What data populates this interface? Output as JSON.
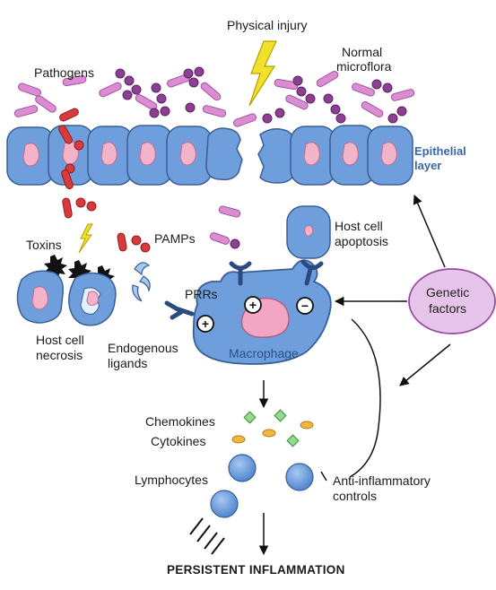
{
  "labels": {
    "physical_injury": "Physical injury",
    "normal_microflora_1": "Normal",
    "normal_microflora_2": "microflora",
    "pathogens": "Pathogens",
    "epithelial_1": "Epithelial",
    "epithelial_2": "layer",
    "host_apoptosis_1": "Host cell",
    "host_apoptosis_2": "apoptosis",
    "toxins": "Toxins",
    "pamps": "PAMPs",
    "prrs": "PRRs",
    "genetic_1": "Genetic",
    "genetic_2": "factors",
    "host_necrosis_1": "Host cell",
    "host_necrosis_2": "necrosis",
    "endogenous_1": "Endogenous",
    "endogenous_2": "ligands",
    "macrophage": "Macrophage",
    "chemokines": "Chemokines",
    "cytokines": "Cytokines",
    "lymphocytes": "Lymphocytes",
    "anti_inflammatory_1": "Anti-inflammatory",
    "anti_inflammatory_2": "controls",
    "persistent_inflammation": "PERSISTENT INFLAMMATION"
  },
  "symbols": {
    "plus": "+",
    "minus": "−"
  },
  "colors": {
    "cell_fill": "#6e9fdc",
    "cell_stroke": "#3b5f97",
    "nucleus": "#f3b3c8",
    "pathogen_pink": "#dc8cd2",
    "microflora_purple": "#8c3f93",
    "red_bacteria": "#d83b3b",
    "lightning": "#f2e12a",
    "chemokine_green": "#8fdc8c",
    "cytokine_orange": "#f2b640",
    "genetic_fill": "#e7c4ea",
    "genetic_stroke": "#9a4aa1"
  }
}
